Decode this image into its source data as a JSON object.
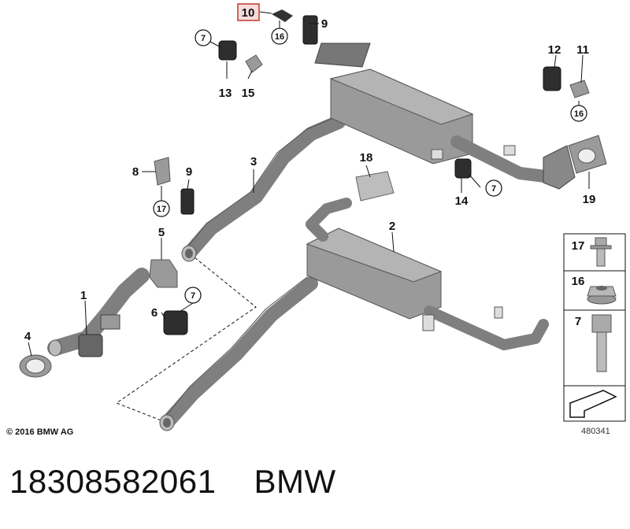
{
  "diagram": {
    "highlighted_part": "10",
    "callouts": [
      "1",
      "2",
      "3",
      "4",
      "5",
      "6",
      "7",
      "8",
      "9",
      "10",
      "11",
      "12",
      "13",
      "14",
      "15",
      "16",
      "17",
      "18",
      "19"
    ],
    "legend_parts": [
      "17",
      "16",
      "7"
    ],
    "copyright": "© 2016 BMW AG",
    "image_number": "480341"
  },
  "caption": {
    "part_number": "18308582061",
    "brand": "BMW"
  },
  "colors": {
    "highlight": "#c0392b",
    "highlight_fill": "#f6dcdc",
    "pipe": "#7f7f7f",
    "rubber": "#2e2e2e"
  }
}
